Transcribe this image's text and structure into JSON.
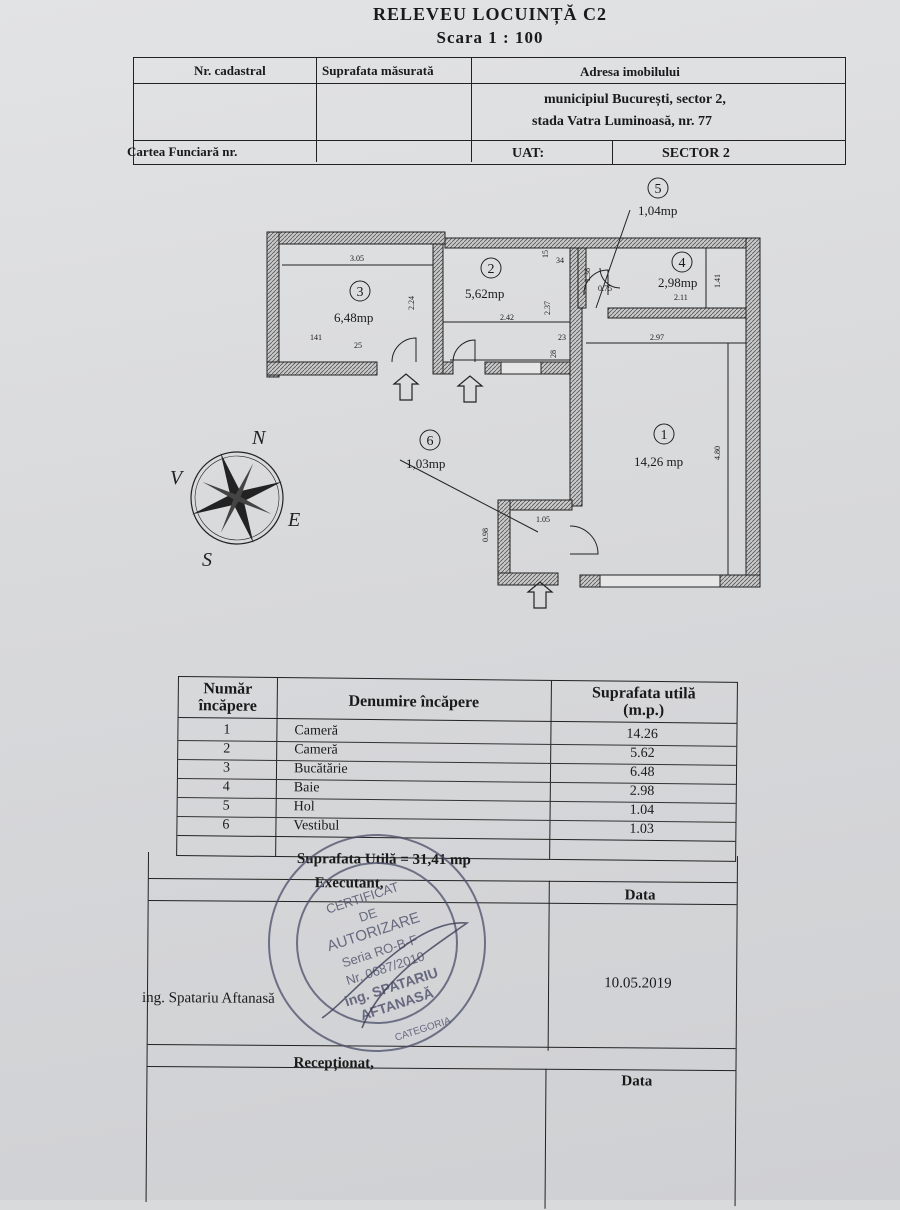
{
  "title": "RELEVEU LOCUINȚĂ C2",
  "scale": "Scara   1 : 100",
  "header": {
    "cadastral_label": "Nr. cadastral",
    "surface_label": "Suprafata măsurată",
    "address_label": "Adresa imobilului",
    "address_line1": "municipiul București, sector 2,",
    "address_line2": "stada Vatra Luminoasă,  nr. 77",
    "land_book_label": "Cartea Funciară nr.",
    "uat_label": "UAT:",
    "uat_value": "SECTOR  2"
  },
  "plan": {
    "rooms": [
      {
        "num": "1",
        "area": "14,26 mp"
      },
      {
        "num": "2",
        "area": "5,62mp"
      },
      {
        "num": "3",
        "area": "6,48mp"
      },
      {
        "num": "4",
        "area": "2,98mp"
      },
      {
        "num": "5",
        "area": "1,04mp"
      },
      {
        "num": "6",
        "area": "1,03mp"
      }
    ],
    "dims": [
      "3.05",
      "2.24",
      "141",
      "25",
      "2.42",
      "2.37",
      "15",
      "34",
      "1.38",
      "0.75",
      "2.11",
      "1.41",
      "2.97",
      "4.80",
      "23",
      "28",
      "1.05",
      "0.98"
    ]
  },
  "compass": {
    "n": "N",
    "s": "S",
    "e": "E",
    "v": "V"
  },
  "table": {
    "col1": [
      "Număr",
      "încăpere"
    ],
    "col2": "Denumire încăpere",
    "col3": [
      "Suprafata utilă",
      "(m.p.)"
    ],
    "rows": [
      {
        "n": "1",
        "name": "Cameră",
        "area": "14.26"
      },
      {
        "n": "2",
        "name": "Cameră",
        "area": "5.62"
      },
      {
        "n": "3",
        "name": "Bucătărie",
        "area": "6.48"
      },
      {
        "n": "4",
        "name": "Baie",
        "area": "2.98"
      },
      {
        "n": "5",
        "name": "Hol",
        "area": "1.04"
      },
      {
        "n": "6",
        "name": "Vestibul",
        "area": "1.03"
      }
    ],
    "total": "Suprafata Utilă = 31,41 mp"
  },
  "signoff": {
    "executant_label": "Executant,",
    "date_label": "Data",
    "engineer": "ing. Spatariu Aftanasă",
    "date_value": "10.05.2019",
    "received_label": "Recepționat,",
    "date_label2": "Data"
  },
  "stamp": {
    "line1": "CERTIFICAT",
    "line2": "DE",
    "line3": "AUTORIZARE",
    "line4": "Seria RO-B-F",
    "line5": "Nr. 0687/2010",
    "line6": "ing. SPATARIU",
    "line7": "AFTANASĂ",
    "line8": "CATEGORIA"
  }
}
